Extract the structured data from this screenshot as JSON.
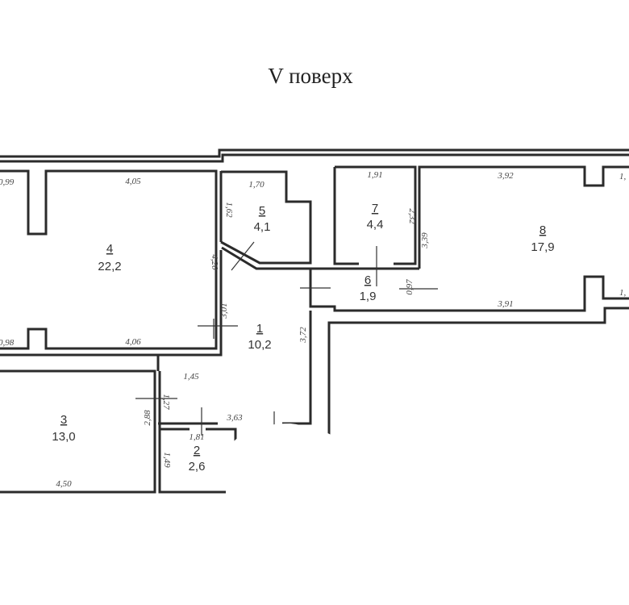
{
  "title": "V поверх",
  "rooms": [
    {
      "number": "1",
      "area": "10,2"
    },
    {
      "number": "2",
      "area": "2,6"
    },
    {
      "number": "3",
      "area": "13,0"
    },
    {
      "number": "4",
      "area": "22,2"
    },
    {
      "number": "5",
      "area": "4,1"
    },
    {
      "number": "6",
      "area": "1,9"
    },
    {
      "number": "7",
      "area": "4,4"
    },
    {
      "number": "8",
      "area": "17,9"
    }
  ],
  "dimensions": {
    "r4_top": "4,05",
    "r4_bottom": "4,06",
    "r4_right": "4,20",
    "r4_left_top": "0,99",
    "r4_left_bottom": "0,98",
    "r5_top": "1,70",
    "r5_left": "1,62",
    "r1_left": "3,01",
    "r1_right": "3,72",
    "r1_inner": "1,45",
    "r1_bottom": "3,63",
    "r1_door": "1,27",
    "r7_top": "1,91",
    "r7_right": "2,32",
    "r6_right": "0,97",
    "r8_top": "3,92",
    "r8_bottom": "3,91",
    "r8_left": "3,39",
    "r8_right_top": "1,",
    "r8_right_bottom": "1,",
    "r3_right": "2,88",
    "r3_bottom": "4,50",
    "r2_top": "1,81",
    "r2_left": "1,49"
  }
}
